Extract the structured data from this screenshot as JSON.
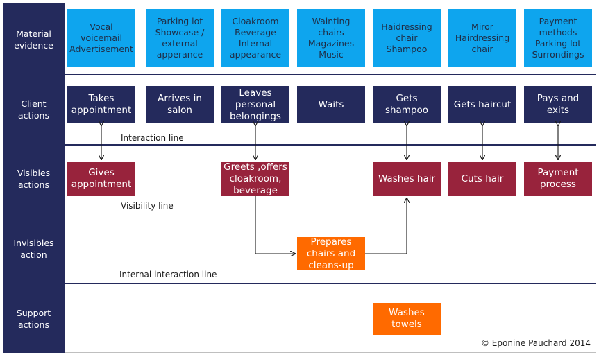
{
  "rows": [
    {
      "label": "Material\nevidence"
    },
    {
      "label": "Client\nactions"
    },
    {
      "label": "Visibles\nactions"
    },
    {
      "label": "Invisibles\naction"
    },
    {
      "label": "Support\nactions"
    }
  ],
  "evidence": [
    "Vocal voicemail\nAdvertisement",
    "Parking lot\nShowcase /\nexternal\napperance",
    "Cloakroom\nBeverage\nInternal\nappearance",
    "Wainting chairs\nMagazines\nMusic",
    "Haidressing\nchair\nShampoo",
    "Miror\nHairdressing\nchair",
    "Payment\nmethods\nParking lot\nSurrondings"
  ],
  "client_actions": [
    "Takes\nappointment",
    "Arrives in\nsalon",
    "Leaves\npersonal\nbelongings",
    "Waits",
    "Gets shampoo",
    "Gets haircut",
    "Pays and exits"
  ],
  "visible_actions": {
    "gives_appointment": "Gives\nappointment",
    "greets": "Greets ,offers\ncloakroom,\nbeverage",
    "washes_hair": "Washes hair",
    "cuts_hair": "Cuts hair",
    "payment_process": "Payment\nprocess"
  },
  "invisible_actions": {
    "prepares": "Prepares\nchairs and\ncleans-up"
  },
  "support_actions": {
    "washes_towels": "Washes towels"
  },
  "lines": {
    "interaction": "Interaction line",
    "visibility": "Visibility line",
    "internal_interaction": "Internal interaction line"
  },
  "copyright": "© Eponine Pauchard 2014",
  "colors": {
    "sidebar": "#242a5c",
    "evidence": "#0ea5ee",
    "client": "#242a5c",
    "visible": "#98233c",
    "invisible": "#ff6a00"
  }
}
